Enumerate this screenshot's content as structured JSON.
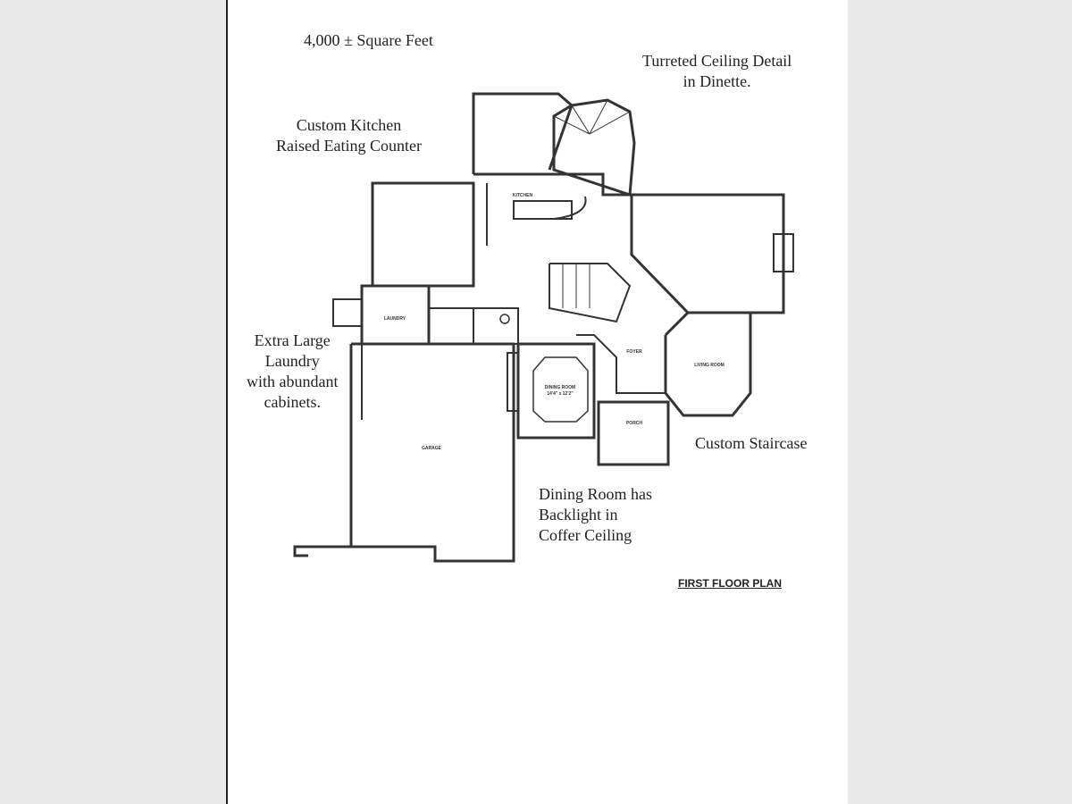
{
  "notes": {
    "square_feet": "4,000 ± Square Feet",
    "turret": "Turreted Ceiling Detail\nin Dinette.",
    "kitchen": "Custom Kitchen\nRaised Eating Counter",
    "laundry": "Extra Large\nLaundry\nwith abundant\ncabinets.",
    "staircase": "Custom Staircase",
    "dining": "Dining Room has\nBacklight in\nCoffer Ceiling"
  },
  "plan_title": "FIRST FLOOR PLAN",
  "rooms": {
    "kitchen": "KITCHEN",
    "laundry": "LAUNDRY",
    "dining": "DINING ROOM",
    "dining_size": "14'4\" x 12'2\"",
    "garage": "GARAGE",
    "foyer": "FOYER",
    "living": "LIVING ROOM",
    "porch": "PORCH"
  }
}
